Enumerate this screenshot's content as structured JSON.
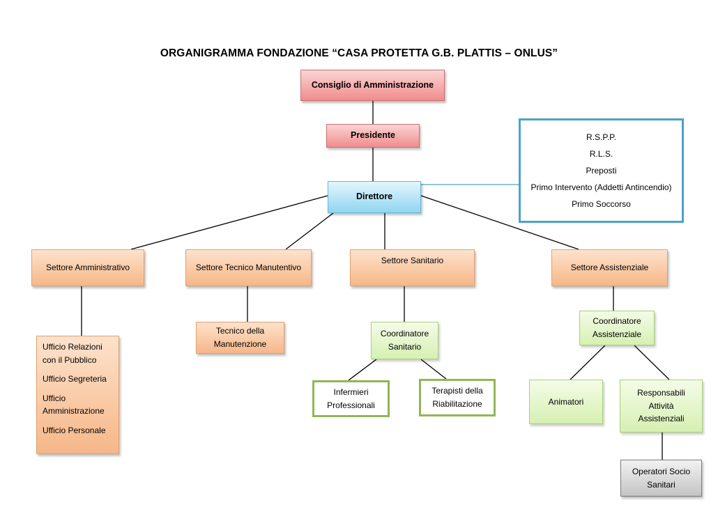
{
  "title": "ORGANIGRAMMA FONDAZIONE “CASA PROTETTA G.B. PLATTIS – ONLUS”",
  "nodes": {
    "consiglio": "Consiglio di Amministrazione",
    "presidente": "Presidente",
    "direttore": "Direttore",
    "settore_amministrativo": "Settore Amministrativo",
    "settore_tecnico": "Settore Tecnico Manutentivo",
    "settore_sanitario": "Settore Sanitario",
    "settore_assistenziale": "Settore Assistenziale",
    "uffici": [
      "Ufficio Relazioni con il Pubblico",
      "Ufficio Segreteria",
      "Ufficio Amministrazione",
      "Ufficio Personale"
    ],
    "tecnico_manutenzione": "Tecnico della Manutenzione",
    "coordinatore_sanitario": "Coordinatore Sanitario",
    "infermieri": "Infermieri Professionali",
    "terapisti": "Terapisti della Riabilitazione",
    "coordinatore_assistenziale": "Coordinatore Assistenziale",
    "animatori": "Animatori",
    "responsabili": "Responsabili Attività Assistenziali",
    "operatori": "Operatori Socio Sanitari"
  },
  "safety_roles": [
    "R.S.P.P.",
    "R.L.S.",
    "Preposti",
    "Primo Intervento (Addetti Antincendio)",
    "Primo Soccorso"
  ],
  "colors": {
    "top_management": "#f08c8c",
    "director": "#8fd6f2",
    "sectors": "#f6b788",
    "coordinators": "#d6f0b2",
    "staff": "#c4c4c4",
    "safety_border": "#4aa3c8"
  }
}
